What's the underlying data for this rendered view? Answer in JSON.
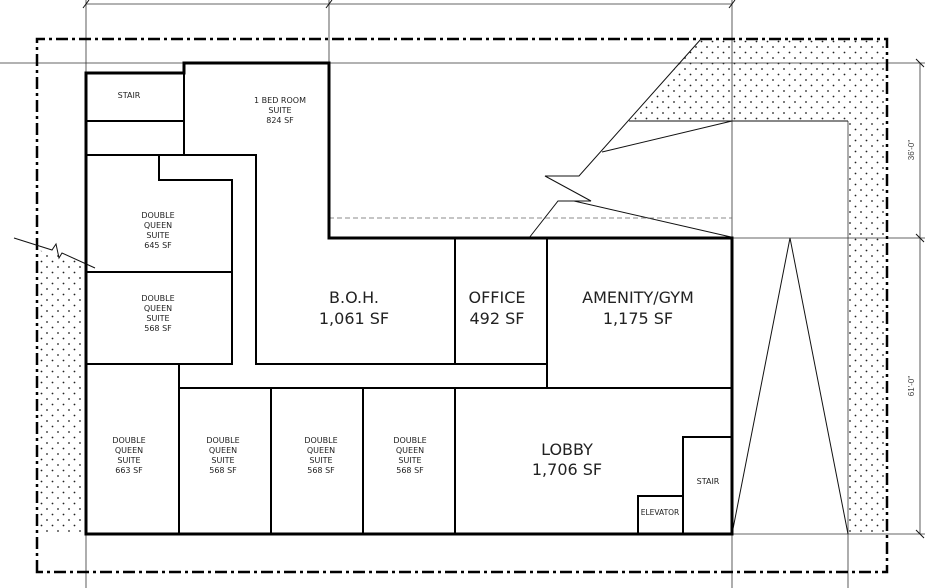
{
  "plan": {
    "rooms": [
      {
        "id": "stair-nw",
        "lines": [
          "STAIR"
        ]
      },
      {
        "id": "one-bed",
        "lines": [
          "1 BED ROOM",
          "SUITE",
          "824 SF"
        ]
      },
      {
        "id": "dq-645",
        "lines": [
          "DOUBLE",
          "QUEEN",
          "SUITE",
          "645 SF"
        ]
      },
      {
        "id": "dq-568-a",
        "lines": [
          "DOUBLE",
          "QUEEN",
          "SUITE",
          "568 SF"
        ]
      },
      {
        "id": "boh",
        "lines": [
          "B.O.H.",
          "1,061 SF"
        ]
      },
      {
        "id": "office",
        "lines": [
          "OFFICE",
          "492 SF"
        ]
      },
      {
        "id": "amenity",
        "lines": [
          "AMENITY/GYM",
          "1,175 SF"
        ]
      },
      {
        "id": "dq-663",
        "lines": [
          "DOUBLE",
          "QUEEN",
          "SUITE",
          "663 SF"
        ]
      },
      {
        "id": "dq-568-b",
        "lines": [
          "DOUBLE",
          "QUEEN",
          "SUITE",
          "568 SF"
        ]
      },
      {
        "id": "dq-568-c",
        "lines": [
          "DOUBLE",
          "QUEEN",
          "SUITE",
          "568 SF"
        ]
      },
      {
        "id": "dq-568-d",
        "lines": [
          "DOUBLE",
          "QUEEN",
          "SUITE",
          "568 SF"
        ]
      },
      {
        "id": "lobby",
        "lines": [
          "LOBBY",
          "1,706 SF"
        ]
      },
      {
        "id": "stair-se",
        "lines": [
          "STAIR"
        ]
      },
      {
        "id": "elevator",
        "lines": [
          "ELEVATOR"
        ]
      }
    ],
    "dimensions": {
      "right_upper": "36'-0\"",
      "right_lower": "61'-0\""
    },
    "colors": {
      "line": "#000000",
      "background": "#ffffff"
    }
  }
}
